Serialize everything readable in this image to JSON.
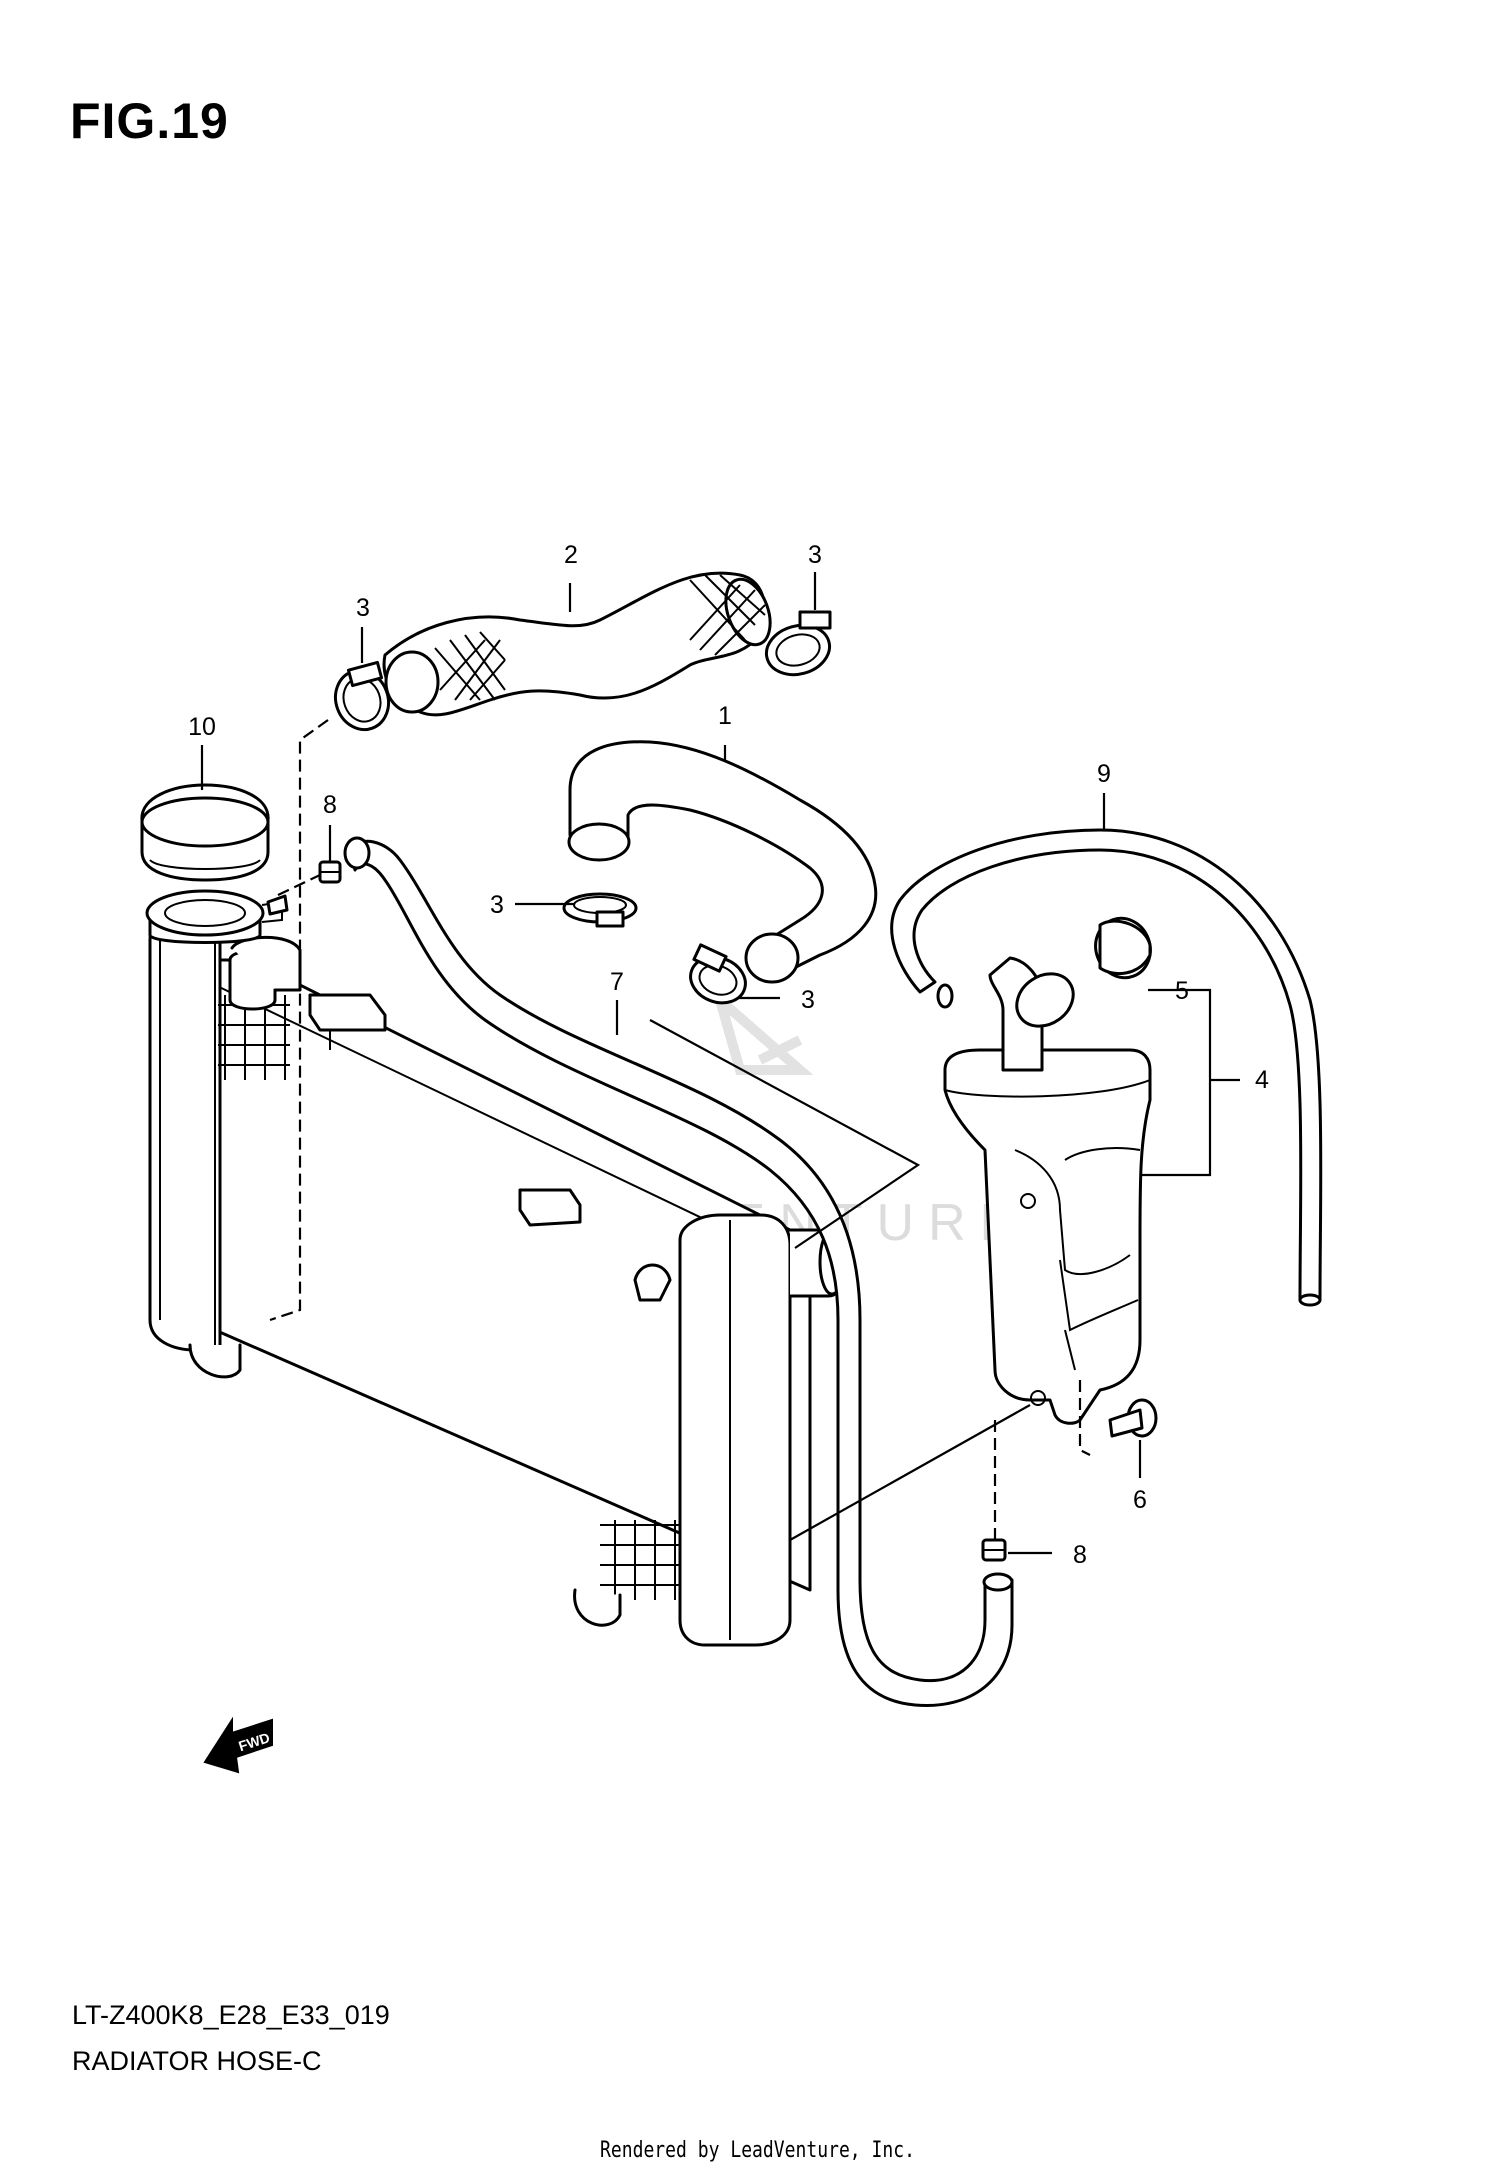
{
  "header": {
    "figure": "FIG.19"
  },
  "footer": {
    "model_code": "LT-Z400K8_E28_E33_019",
    "diagram_name": "RADIATOR HOSE-C",
    "credit": "Rendered by LeadVenture, Inc."
  },
  "watermark": {
    "text": "LEADVENTURE"
  },
  "fwd_label": "FWD",
  "callouts": {
    "c1": "1",
    "c2": "2",
    "c3a": "3",
    "c3b": "3",
    "c3c": "3",
    "c3d": "3",
    "c4": "4",
    "c5": "5",
    "c6": "6",
    "c7": "7",
    "c8a": "8",
    "c8b": "8",
    "c9": "9",
    "c10": "10"
  }
}
